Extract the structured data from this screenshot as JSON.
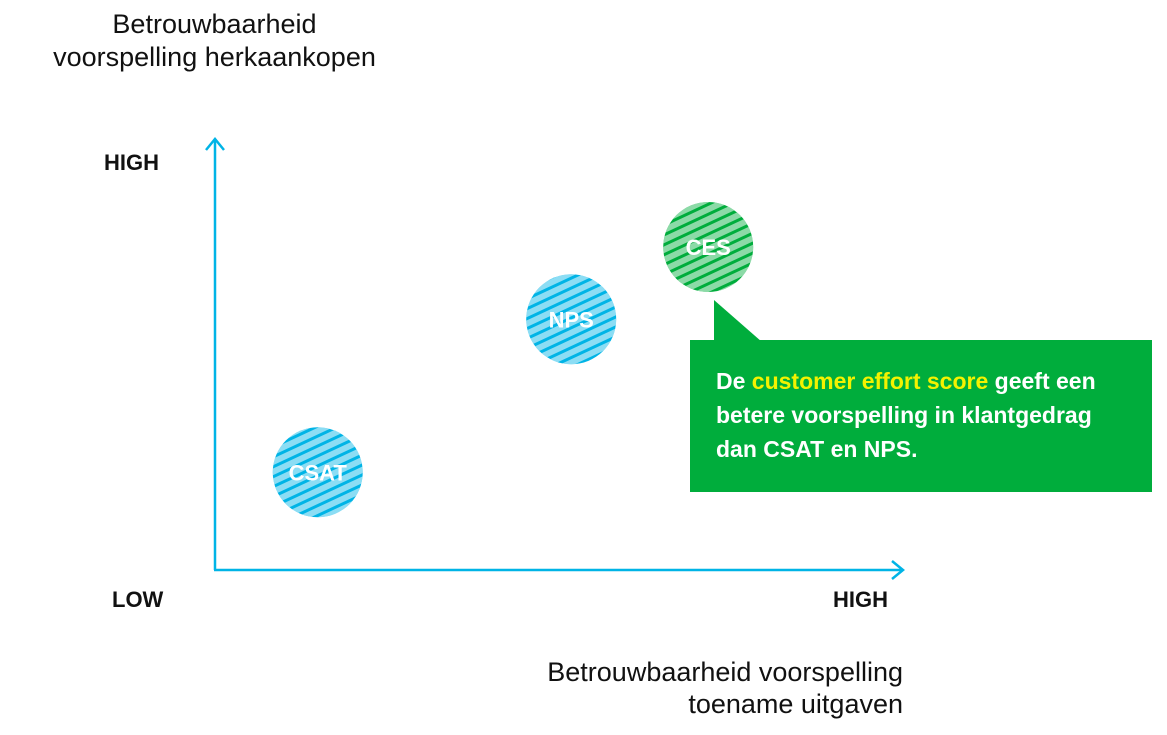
{
  "chart_data": {
    "type": "scatter",
    "title": "",
    "ylabel_lines": [
      "Betrouwbaarheid",
      "voorspelling herkaankopen"
    ],
    "xlabel_lines": [
      "Betrouwbaarheid voorspelling",
      "toename uitgaven"
    ],
    "y_ticks": {
      "high": "HIGH"
    },
    "x_ticks": {
      "low": "LOW",
      "high": "HIGH"
    },
    "xlim": [
      0,
      100
    ],
    "ylim": [
      0,
      100
    ],
    "grid": false,
    "points": [
      {
        "label": "CSAT",
        "x": 15,
        "y": 23,
        "color": "#00b4e6"
      },
      {
        "label": "NPS",
        "x": 52,
        "y": 59,
        "color": "#00b4e6"
      },
      {
        "label": "CES",
        "x": 72,
        "y": 76,
        "color": "#00ad3c"
      }
    ],
    "annotation": {
      "prefix": "De ",
      "highlight": "customer effort score",
      "suffix": " geeft een betere voorspelling in klantgedrag dan CSAT en NPS.",
      "target": "CES",
      "background": "#00ad3c",
      "highlight_color": "#f4f200"
    },
    "axis_color": "#00b4e6"
  }
}
